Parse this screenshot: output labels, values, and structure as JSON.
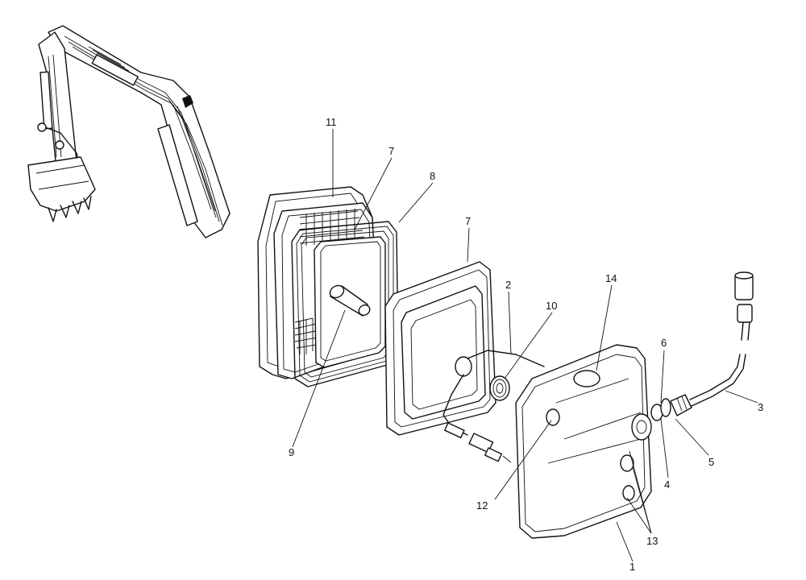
{
  "callouts": {
    "n1": "1",
    "n2": "2",
    "n3": "3",
    "n4": "4",
    "n5": "5",
    "n6": "6",
    "n7a": "7",
    "n7b": "7",
    "n8": "8",
    "n9": "9",
    "n10": "10",
    "n11": "11",
    "n12": "12",
    "n13": "13",
    "n14": "14"
  }
}
